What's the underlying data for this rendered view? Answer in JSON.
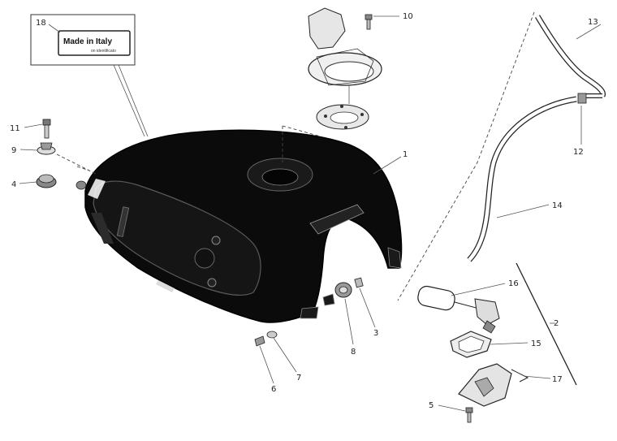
{
  "label_plate": {
    "callout": "18",
    "text": "Made in Italy",
    "subtext": "on identificato"
  },
  "callouts": [
    {
      "id": "1",
      "name": "callout-1"
    },
    {
      "id": "2",
      "name": "callout-2"
    },
    {
      "id": "3",
      "name": "callout-3"
    },
    {
      "id": "4",
      "name": "callout-4"
    },
    {
      "id": "5",
      "name": "callout-5"
    },
    {
      "id": "6",
      "name": "callout-6"
    },
    {
      "id": "7",
      "name": "callout-7"
    },
    {
      "id": "8",
      "name": "callout-8"
    },
    {
      "id": "9",
      "name": "callout-9"
    },
    {
      "id": "10",
      "name": "callout-10"
    },
    {
      "id": "11",
      "name": "callout-11"
    },
    {
      "id": "12",
      "name": "callout-12"
    },
    {
      "id": "13",
      "name": "callout-13"
    },
    {
      "id": "14",
      "name": "callout-14"
    },
    {
      "id": "15",
      "name": "callout-15"
    },
    {
      "id": "16",
      "name": "callout-16"
    },
    {
      "id": "17",
      "name": "callout-17"
    }
  ]
}
